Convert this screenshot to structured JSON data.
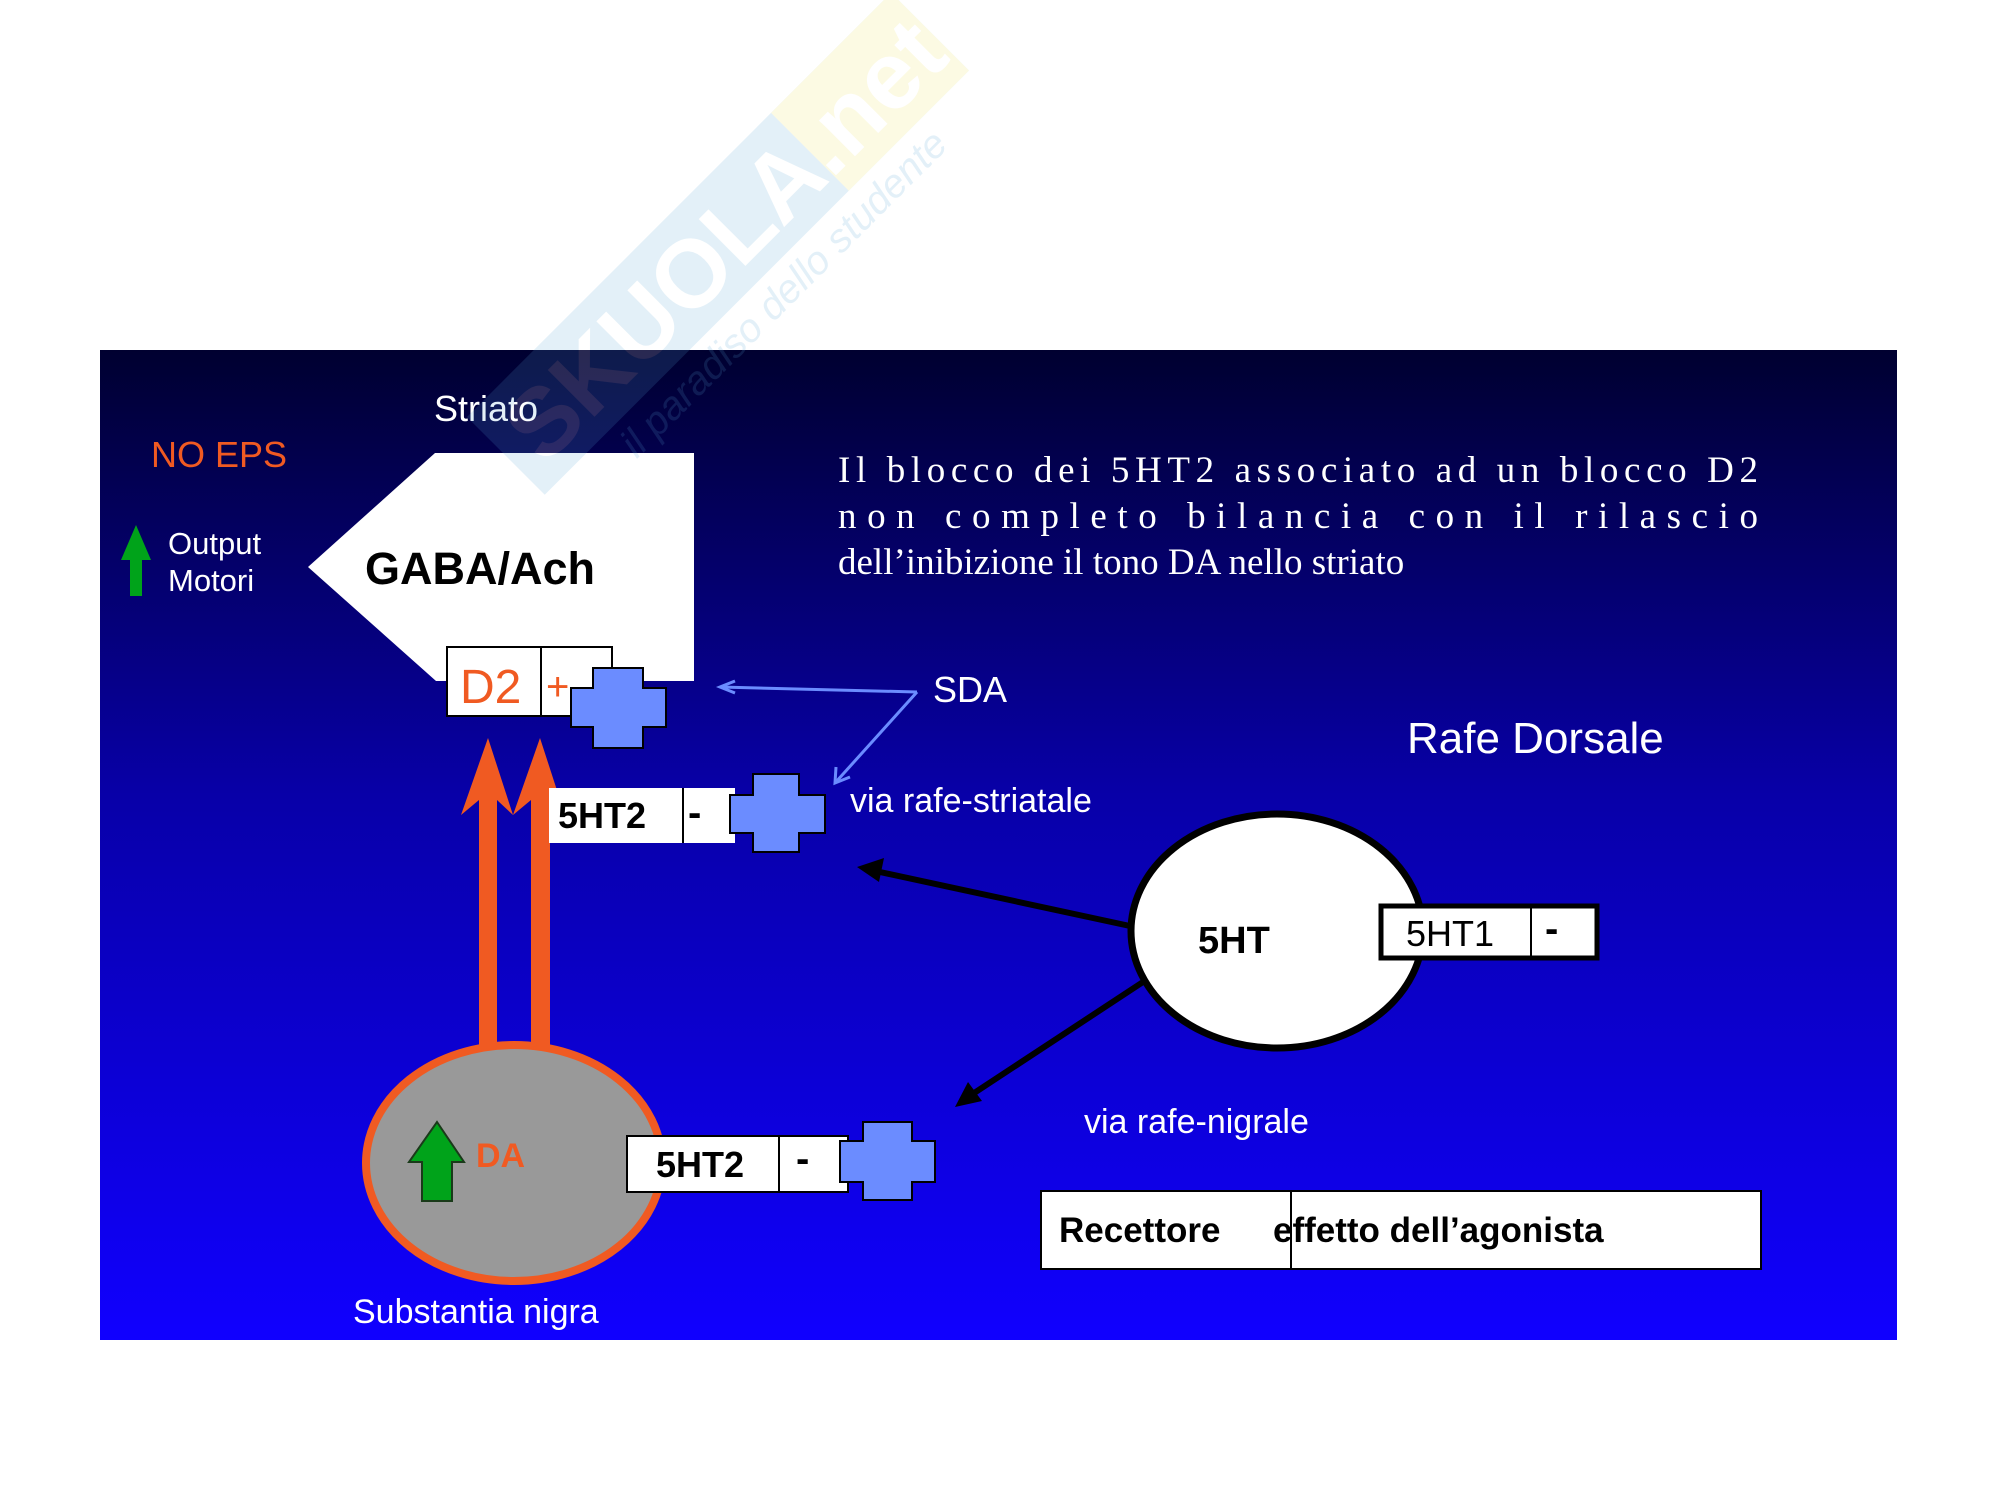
{
  "watermark": {
    "brand": "SKUOLA.net",
    "tagline": "il paradiso dello studente"
  },
  "diagram": {
    "description_lines": [
      "Il blocco dei 5HT2 associato ad un blocco D2",
      "non completo bilancia con il rilascio",
      "dell’inibizione il tono DA nello striato"
    ],
    "labels": {
      "striato": "Striato",
      "no_eps": "NO EPS",
      "output_line1": "Output",
      "output_line2": "Motori",
      "gaba_ach": "GABA/Ach",
      "sda": "SDA",
      "rafe_dorsale": "Rafe Dorsale",
      "via_rafe_striatale": "via rafe-striatale",
      "via_rafe_nigrale": "via rafe-nigrale",
      "serotonin_nucleus": "5HT",
      "dopamine": "DA",
      "substantia_nigra": "Substantia nigra"
    },
    "receptors": {
      "d2": {
        "name": "D2",
        "effect": "+"
      },
      "ht2_striatal": {
        "name": "5HT2",
        "effect": "-"
      },
      "ht2_nigral": {
        "name": "5HT2",
        "effect": "-"
      },
      "ht1": {
        "name": "5HT1",
        "effect": "-"
      }
    },
    "legend": {
      "col1": "Recettore",
      "col2": "effetto dell’agonista"
    },
    "colors": {
      "panel_top": "#000030",
      "panel_mid": "#0800a8",
      "panel_bottom": "#1000ff",
      "orange": "#f05a22",
      "green": "#00a31a",
      "cross_blue": "#6b8cff",
      "sda_arrow": "#6b8cff",
      "nigra_fill": "#999999"
    }
  }
}
